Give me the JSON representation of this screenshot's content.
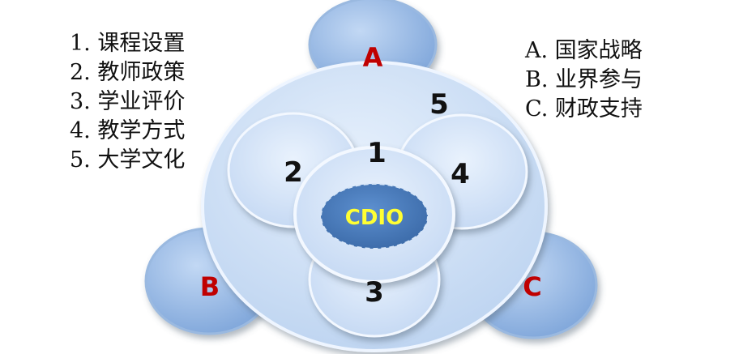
{
  "left_legend": [
    "1. 课程设置",
    "2. 教师政策",
    "3. 学业评价",
    "4. 教学方式",
    "5. 大学文化"
  ],
  "right_legend": [
    "A. 国家战略",
    "B. 业界参与",
    "C. 财政支持"
  ],
  "diagram": {
    "center_label": "CDIO",
    "inner_numbers": [
      "1",
      "2",
      "3",
      "4",
      "5"
    ],
    "outer_letters": [
      "A",
      "B",
      "C"
    ]
  },
  "colors": {
    "outer_circle_fill": "#8fb3e3",
    "main_circle_fill": "#cfe0f7",
    "center_fill": "#4a7ec0",
    "center_text": "#ffff33",
    "letter_text": "#c00000",
    "number_text": "#111111"
  }
}
